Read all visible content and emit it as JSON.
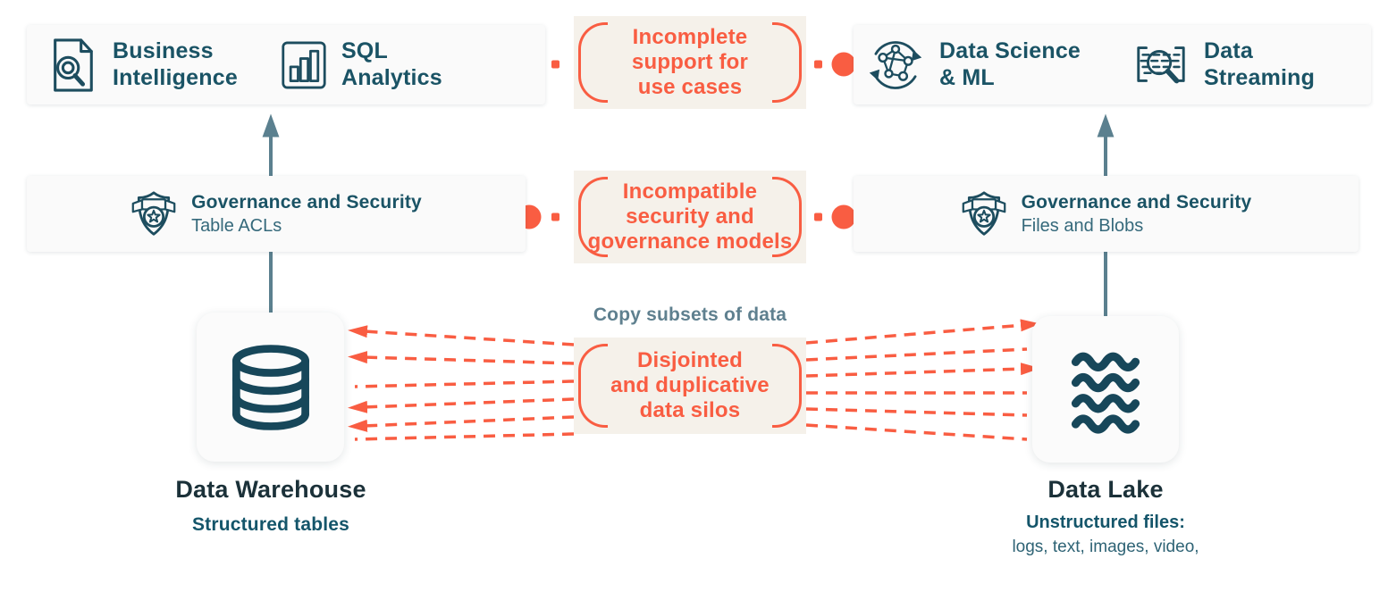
{
  "colors": {
    "coral": "#F95D42",
    "teal_label": "#1A5365",
    "navy": "#1B3139",
    "slate_arrow": "#5B808F",
    "callout_bg": "#F5F1EA",
    "card_bg": "#FAFAFA",
    "icon_stroke": "#1D4D5F"
  },
  "top_left_card": {
    "items": [
      {
        "icon": "document-search-icon",
        "label": "Business\nIntelligence"
      },
      {
        "icon": "bar-chart-icon",
        "label": "SQL\nAnalytics"
      }
    ]
  },
  "top_right_card": {
    "items": [
      {
        "icon": "network-graph-icon",
        "label": "Data Science\n& ML"
      },
      {
        "icon": "stream-search-icon",
        "label": "Data\nStreaming"
      }
    ]
  },
  "governance_left": {
    "icon": "security-badge-icon",
    "title": "Governance and Security",
    "subtitle": "Table ACLs"
  },
  "governance_right": {
    "icon": "security-badge-icon",
    "title": "Governance and Security",
    "subtitle": "Files and Blobs"
  },
  "callouts": {
    "use_cases": "Incomplete\nsupport for\nuse cases",
    "security": "Incompatible\nsecurity and\ngovernance models",
    "silos": "Disjointed\nand duplicative\ndata silos"
  },
  "copy_label": "Copy subsets of data",
  "warehouse": {
    "icon": "database-icon",
    "title": "Data Warehouse",
    "subtitle": "Structured tables"
  },
  "lake": {
    "icon": "waves-icon",
    "title": "Data Lake",
    "subtitle_bold": "Unstructured files:",
    "subtitle_rest": "logs, text, images, video,"
  }
}
